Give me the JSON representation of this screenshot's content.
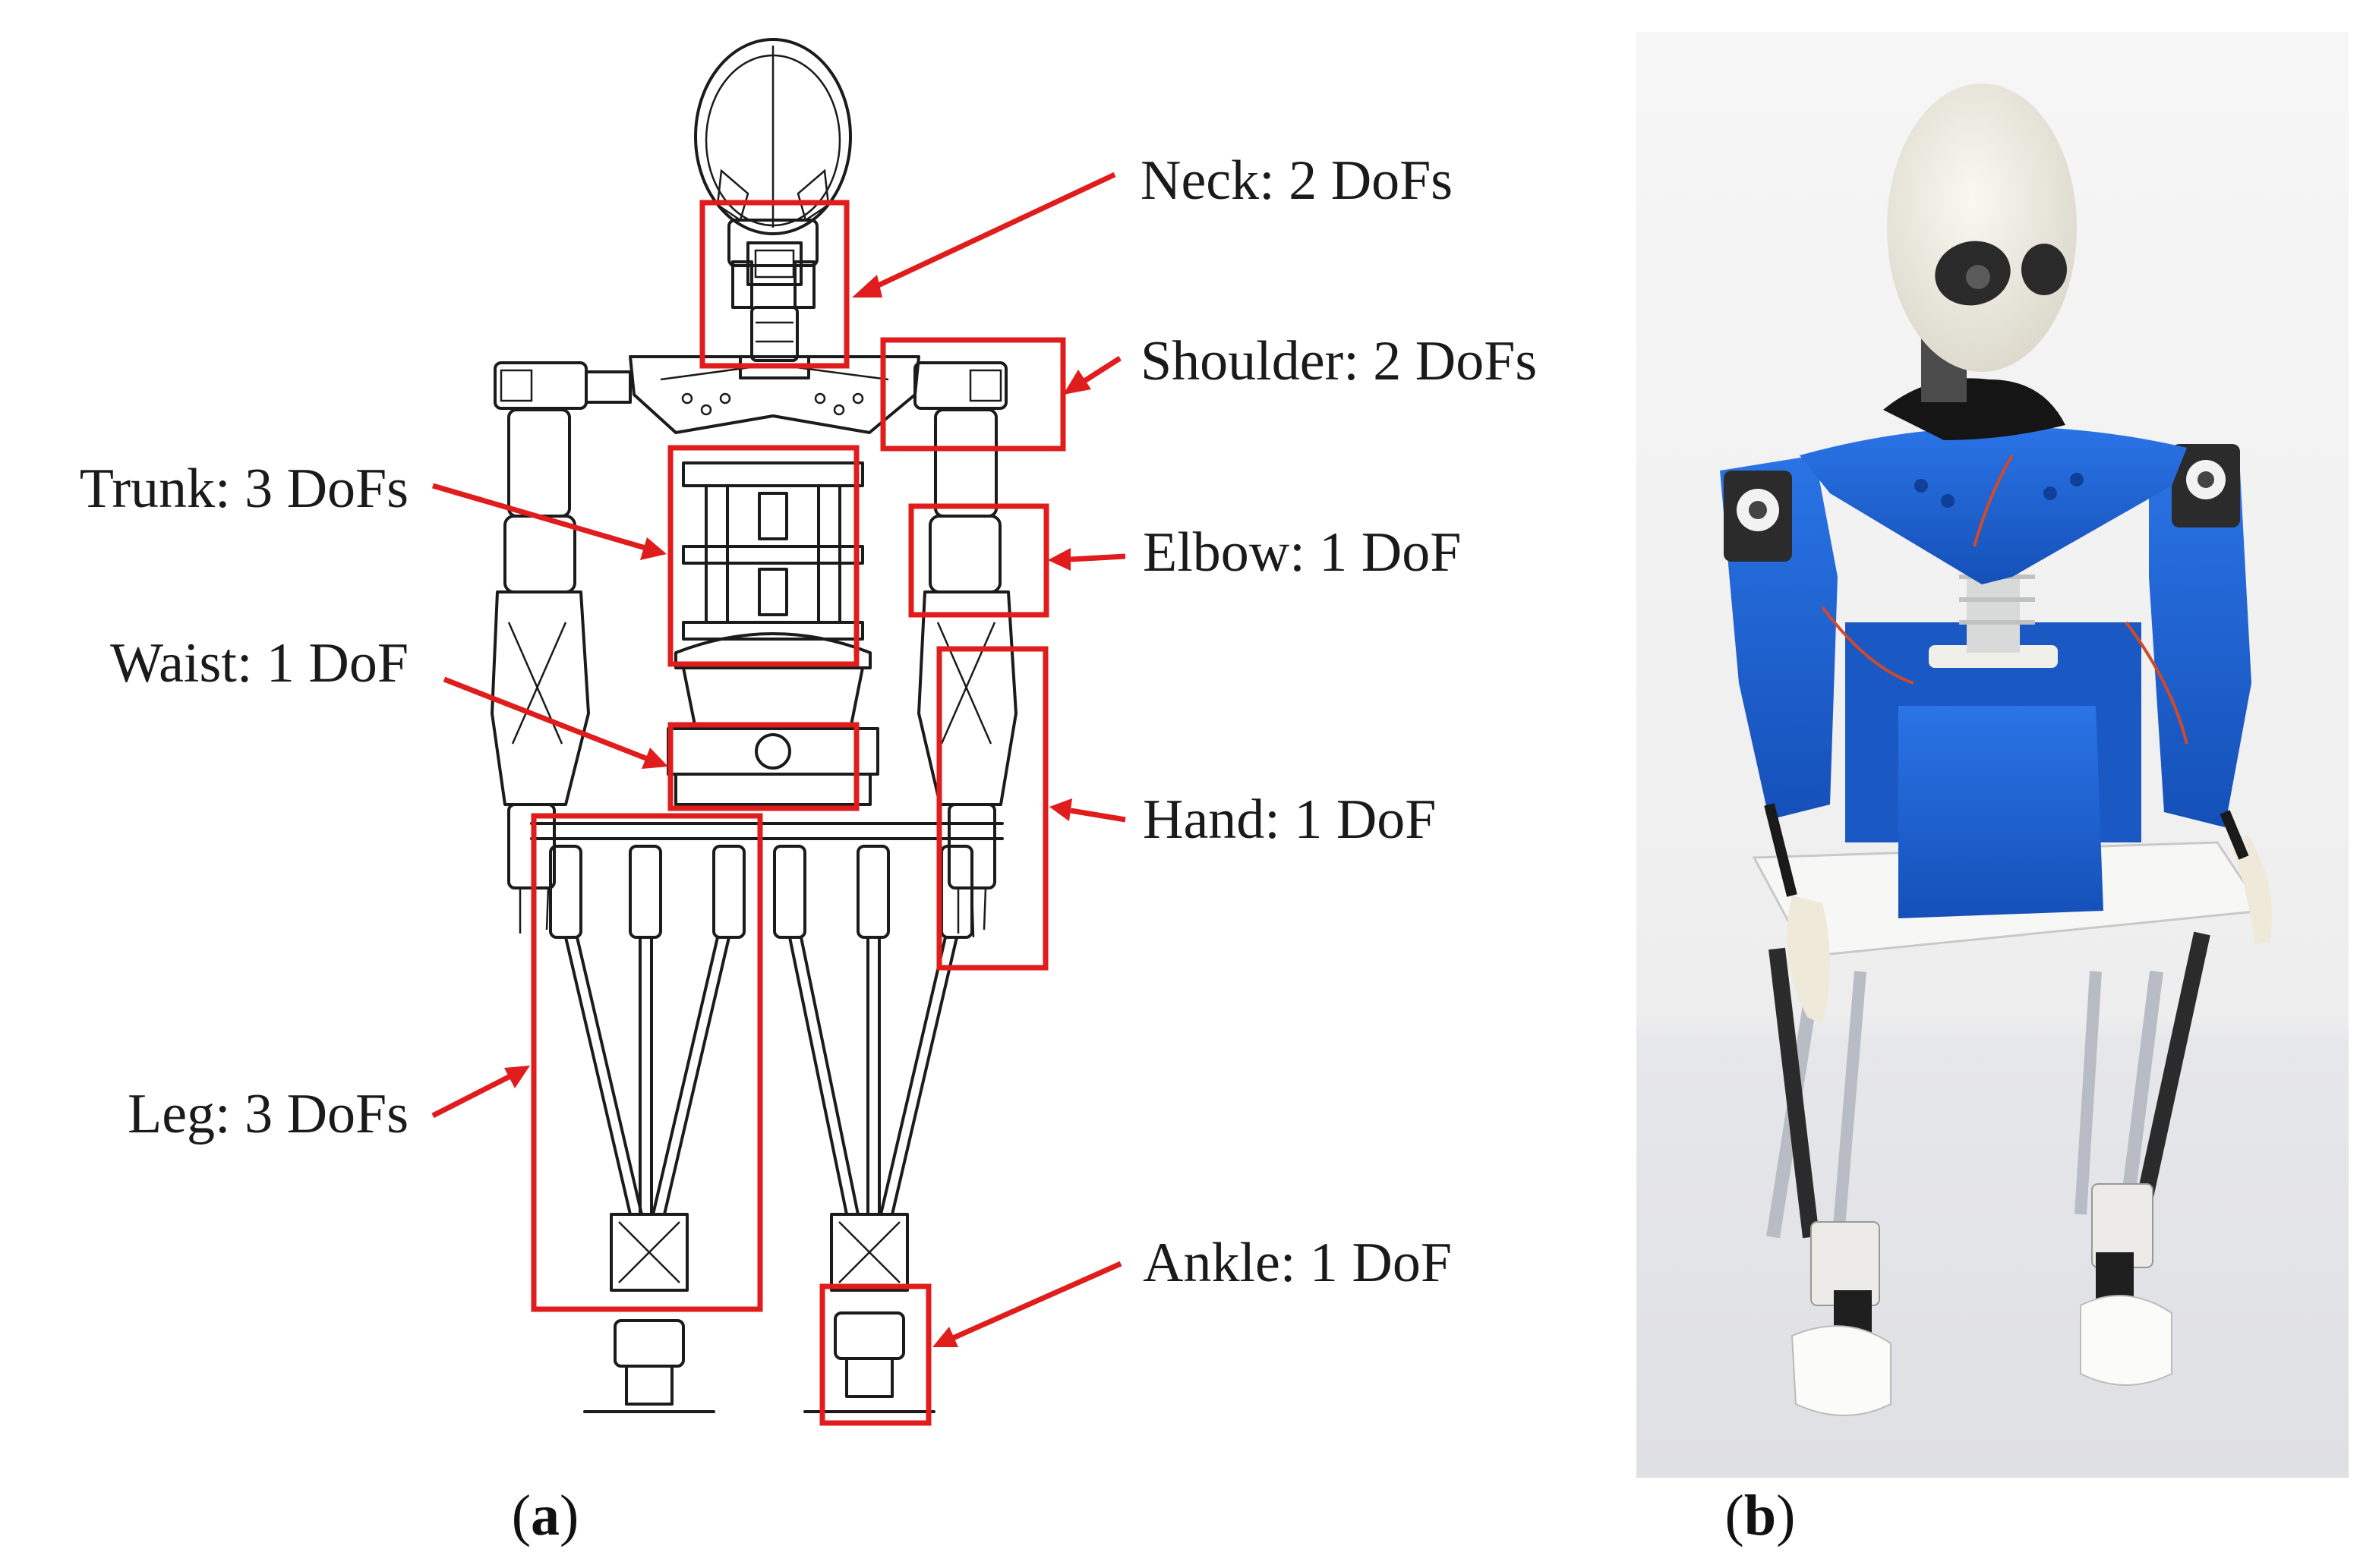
{
  "callouts": [
    {
      "key": "neck",
      "label": "Neck: 2 DoFs"
    },
    {
      "key": "shoulder",
      "label": "Shoulder: 2 DoFs"
    },
    {
      "key": "trunk",
      "label": "Trunk: 3 DoFs"
    },
    {
      "key": "elbow",
      "label": "Elbow: 1 DoF"
    },
    {
      "key": "waist",
      "label": "Waist: 1 DoF"
    },
    {
      "key": "hand",
      "label": "Hand: 1 DoF"
    },
    {
      "key": "leg",
      "label": "Leg: 3 DoFs"
    },
    {
      "key": "ankle",
      "label": "Ankle: 1 DoF"
    }
  ],
  "captions": {
    "a": {
      "open": "(",
      "letter": "a",
      "close": ")"
    },
    "b": {
      "open": "(",
      "letter": "b",
      "close": ")"
    }
  },
  "colors": {
    "highlight": "#e01c1c",
    "line_art": "#1b1b1b",
    "robot_blue": "#1d64d8",
    "robot_white": "#f2f0ea",
    "photo_wall": "#f4f4f4"
  }
}
